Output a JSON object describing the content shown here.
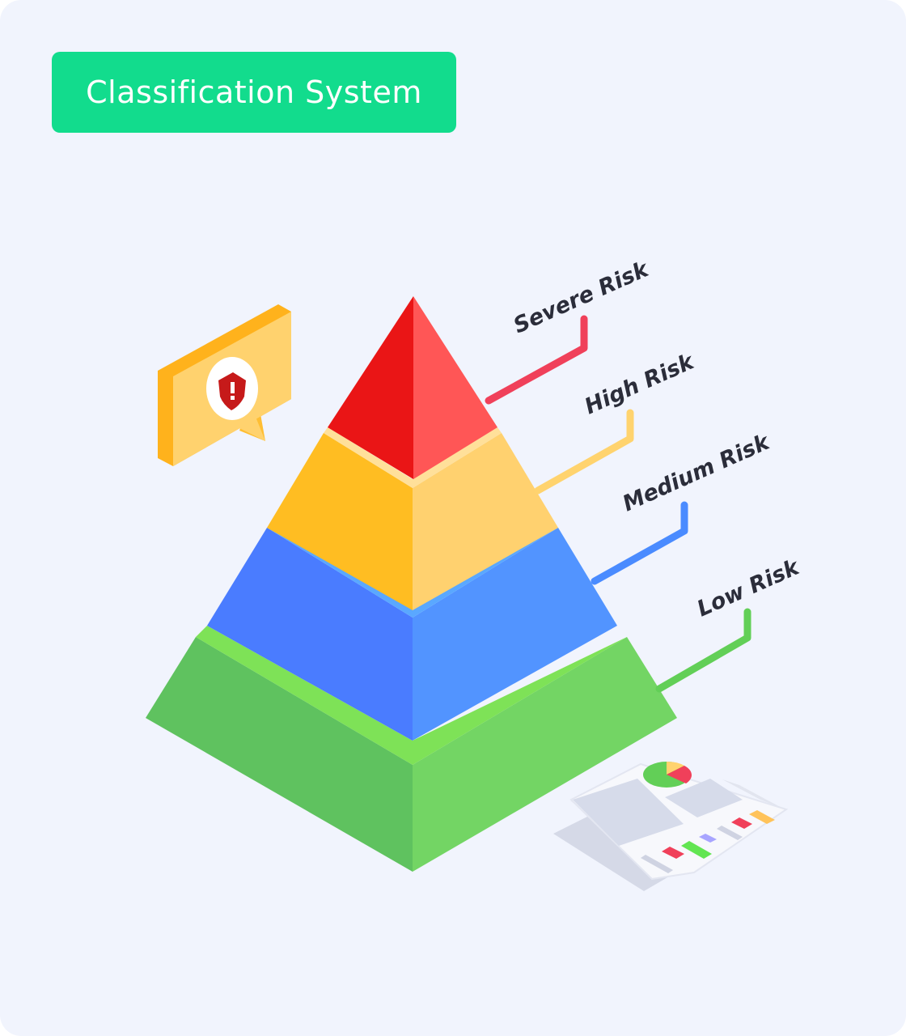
{
  "title": "Classification System",
  "levels": [
    {
      "label": "Severe Risk",
      "color": "#f0405a"
    },
    {
      "label": "High Risk",
      "color": "#ffd36e"
    },
    {
      "label": "Medium Risk",
      "color": "#4a8bff"
    },
    {
      "label": "Low Risk",
      "color": "#62cf57"
    }
  ],
  "icons": {
    "alert_bubble": "alert-speech-bubble-icon",
    "report": "report-document-icon"
  }
}
